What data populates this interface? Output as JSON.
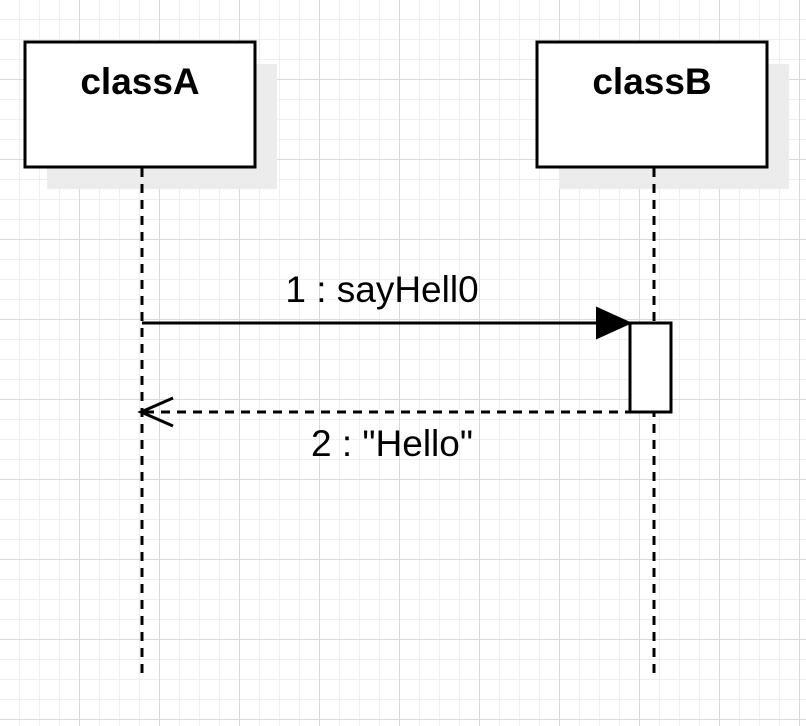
{
  "diagram": {
    "type": "sequence",
    "lifelines": [
      {
        "name": "classA"
      },
      {
        "name": "classB"
      }
    ],
    "messages": [
      {
        "label": "1 : sayHell0",
        "from": "classA",
        "to": "classB",
        "kind": "synchronous"
      },
      {
        "label": "2 : \"Hello\"",
        "from": "classB",
        "to": "classA",
        "kind": "return"
      }
    ]
  },
  "colors": {
    "stroke": "#000000",
    "box_fill": "#ffffff",
    "shadow": "#ececec"
  }
}
